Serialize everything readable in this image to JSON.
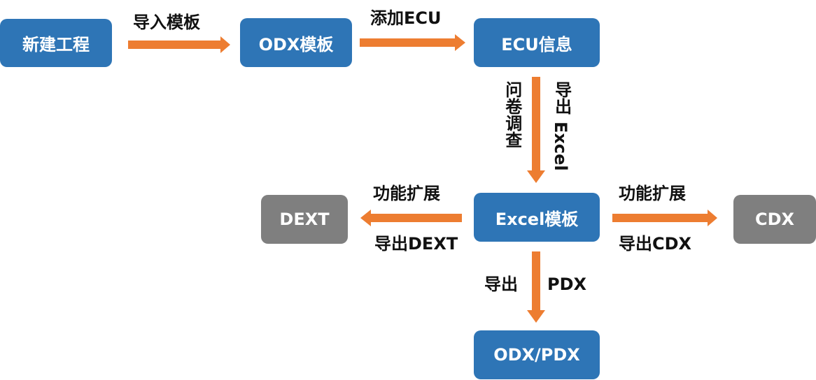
{
  "colors": {
    "node_blue": "#2e75b6",
    "node_grey": "#7f7f7f",
    "arrow": "#ed7d31",
    "text_on_node": "#ffffff",
    "label_text": "#111111"
  },
  "nodes": {
    "new_project": "新建工程",
    "odx_template": "ODX模板",
    "ecu_info": "ECU信息",
    "excel_template": "Excel模板",
    "dext": "DEXT",
    "cdx": "CDX",
    "odx_pdx": "ODX/PDX"
  },
  "labels": {
    "import_template": "导入模板",
    "add_ecu": "添加ECU",
    "questionnaire": "问卷调查",
    "export_excel_prefix": "导出",
    "export_excel_suffix": "Excel",
    "ext_left": "功能扩展",
    "export_dext": "导出DEXT",
    "ext_right": "功能扩展",
    "export_cdx": "导出CDX",
    "export_pdx_prefix": "导出",
    "export_pdx_suffix": "PDX"
  }
}
